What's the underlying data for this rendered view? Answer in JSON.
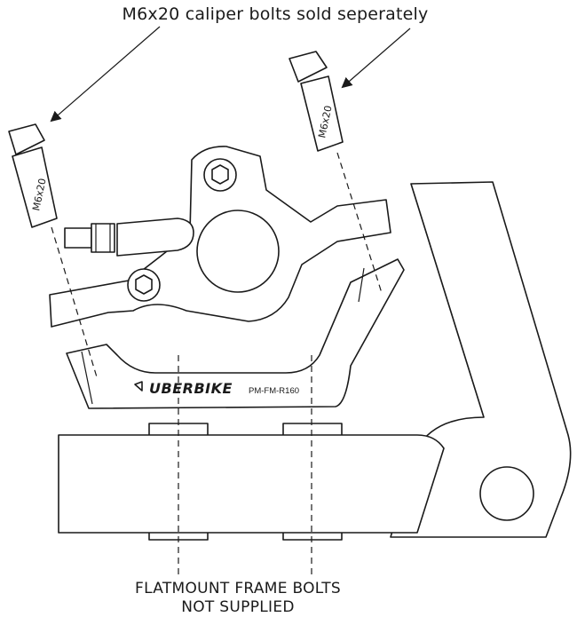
{
  "notes": {
    "top": "M6x20 caliper bolts sold seperately",
    "bottom_line1": "FLATMOUNT FRAME BOLTS",
    "bottom_line2": "NOT SUPPLIED"
  },
  "bolts": {
    "left_label": "M6x20",
    "right_label": "M6x20"
  },
  "adapter": {
    "brand": "UBERBIKE",
    "part_number": "PM-FM-R160"
  }
}
